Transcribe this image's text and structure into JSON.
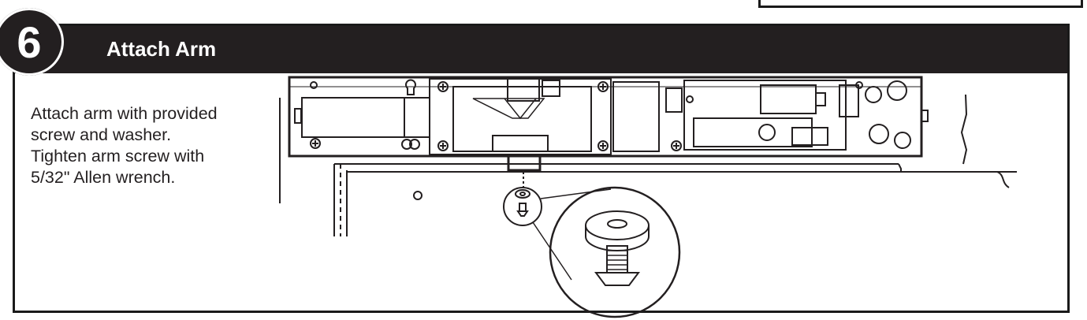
{
  "step": {
    "number": "6",
    "title": "Attach Arm"
  },
  "instructions": {
    "lines": [
      "Attach arm with provided",
      "screw and washer.",
      "Tighten arm screw with",
      "5/32\" Allen wrench."
    ]
  },
  "colors": {
    "header_bg": "#231f20",
    "header_text": "#ffffff",
    "line": "#231f20"
  }
}
